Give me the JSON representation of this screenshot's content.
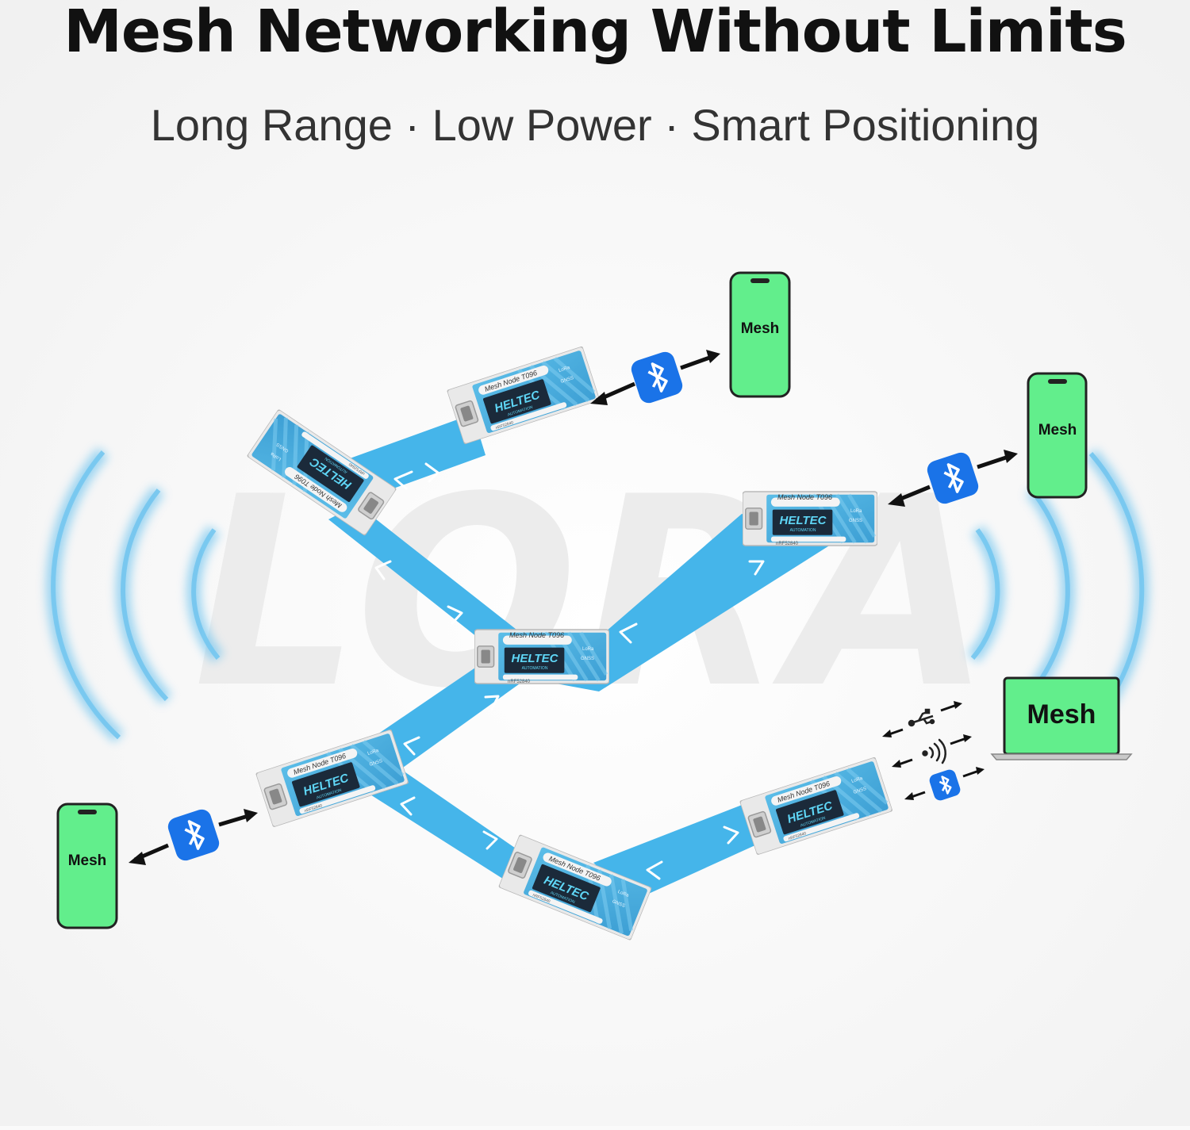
{
  "header": {
    "title": "Mesh Networking Without Limits",
    "subtitle": "Long Range · Low Power · Smart Positioning"
  },
  "watermark": "LORA",
  "client_label": "Mesh",
  "node": {
    "model": "Mesh Node T096",
    "brand": "HELTEC",
    "brand_sub": "AUTOMATION",
    "chip": "nRF52840",
    "feature_lora": "LoRa",
    "feature_gnss": "GNSS"
  },
  "colors": {
    "link": "#45b5ea",
    "link_dark": "#3aa6dc",
    "screen_green": "#62ee8c",
    "bluetooth": "#1a73e8",
    "radio_wave": "#6cc3ee",
    "node_body": "#ececec",
    "node_label": "#4fb2de"
  },
  "icons": [
    "bluetooth-icon",
    "usb-icon",
    "wifi-icon",
    "arrow-icon",
    "chevron-icon"
  ]
}
